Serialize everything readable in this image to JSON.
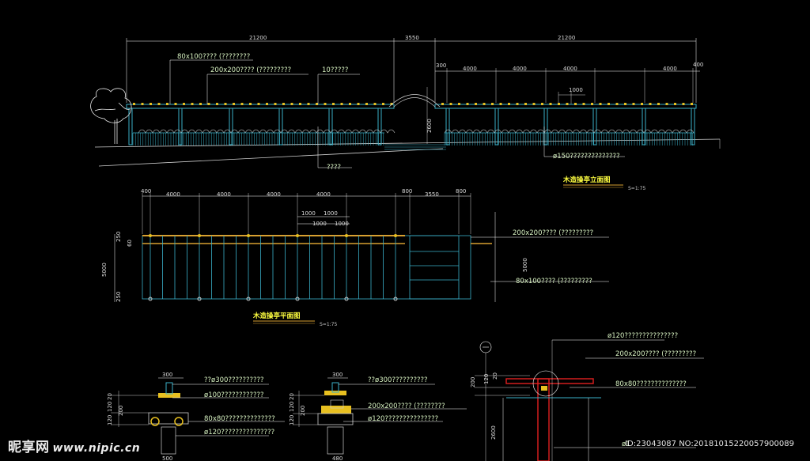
{
  "elevation": {
    "title": "木造操亭立面图",
    "scale": "S=1:75",
    "dims_top": [
      "21200",
      "3550",
      "21200"
    ],
    "dims_right": [
      "300",
      "4000",
      "4000",
      "4000",
      "4000",
      "400"
    ],
    "dim_1000": "1000",
    "dim_2600": "2600",
    "callouts": [
      "80x100???? (????????",
      "200x200???? (?????????",
      "10?????",
      "????",
      "ø150??????????????"
    ]
  },
  "plan": {
    "title": "木造操亭平面图",
    "scale": "S=1:75",
    "dims_top": [
      "400",
      "4000",
      "4000",
      "4000",
      "4000",
      "800",
      "3550",
      "800"
    ],
    "dims_sub": [
      "1000",
      "1000",
      "1000",
      "1000"
    ],
    "dims_left": [
      "250",
      "60",
      "5000",
      "250"
    ],
    "dim_right": "5000",
    "callouts": [
      "200x200???? (?????????",
      "80x100???? (?????????"
    ]
  },
  "detail_a": {
    "dim_top": "300",
    "dims_left": [
      "20",
      "120",
      "200",
      "120"
    ],
    "dim_bottom": "500",
    "callouts": [
      "??ø300??????????",
      "ø100????????????",
      "80x80??????????????",
      "ø120???????????????"
    ]
  },
  "detail_b": {
    "dim_top": "300",
    "dims_left": [
      "20",
      "120",
      "200",
      "120"
    ],
    "dim_bottom": "480",
    "callouts": [
      "??ø300??????????",
      "200x200???? (????????",
      "ø120???????????????"
    ]
  },
  "detail_c": {
    "dims_left": [
      "200",
      "120",
      "20",
      "2600"
    ],
    "callouts": [
      "ø120???????????????",
      "200x200???? (?????????",
      "80x80??????????????",
      "ø1"
    ]
  },
  "watermark": {
    "logo": "昵享网",
    "url": "www.nipic.cn",
    "id": "ID:23043087 NO:20181015220057900089"
  },
  "colors": {
    "background": "#000000",
    "label_text": "#d6f0c0",
    "title_text": "#ffff40",
    "column": "#3ab0c8",
    "beam": "#d8a030",
    "dim_line": "#ffffff"
  }
}
